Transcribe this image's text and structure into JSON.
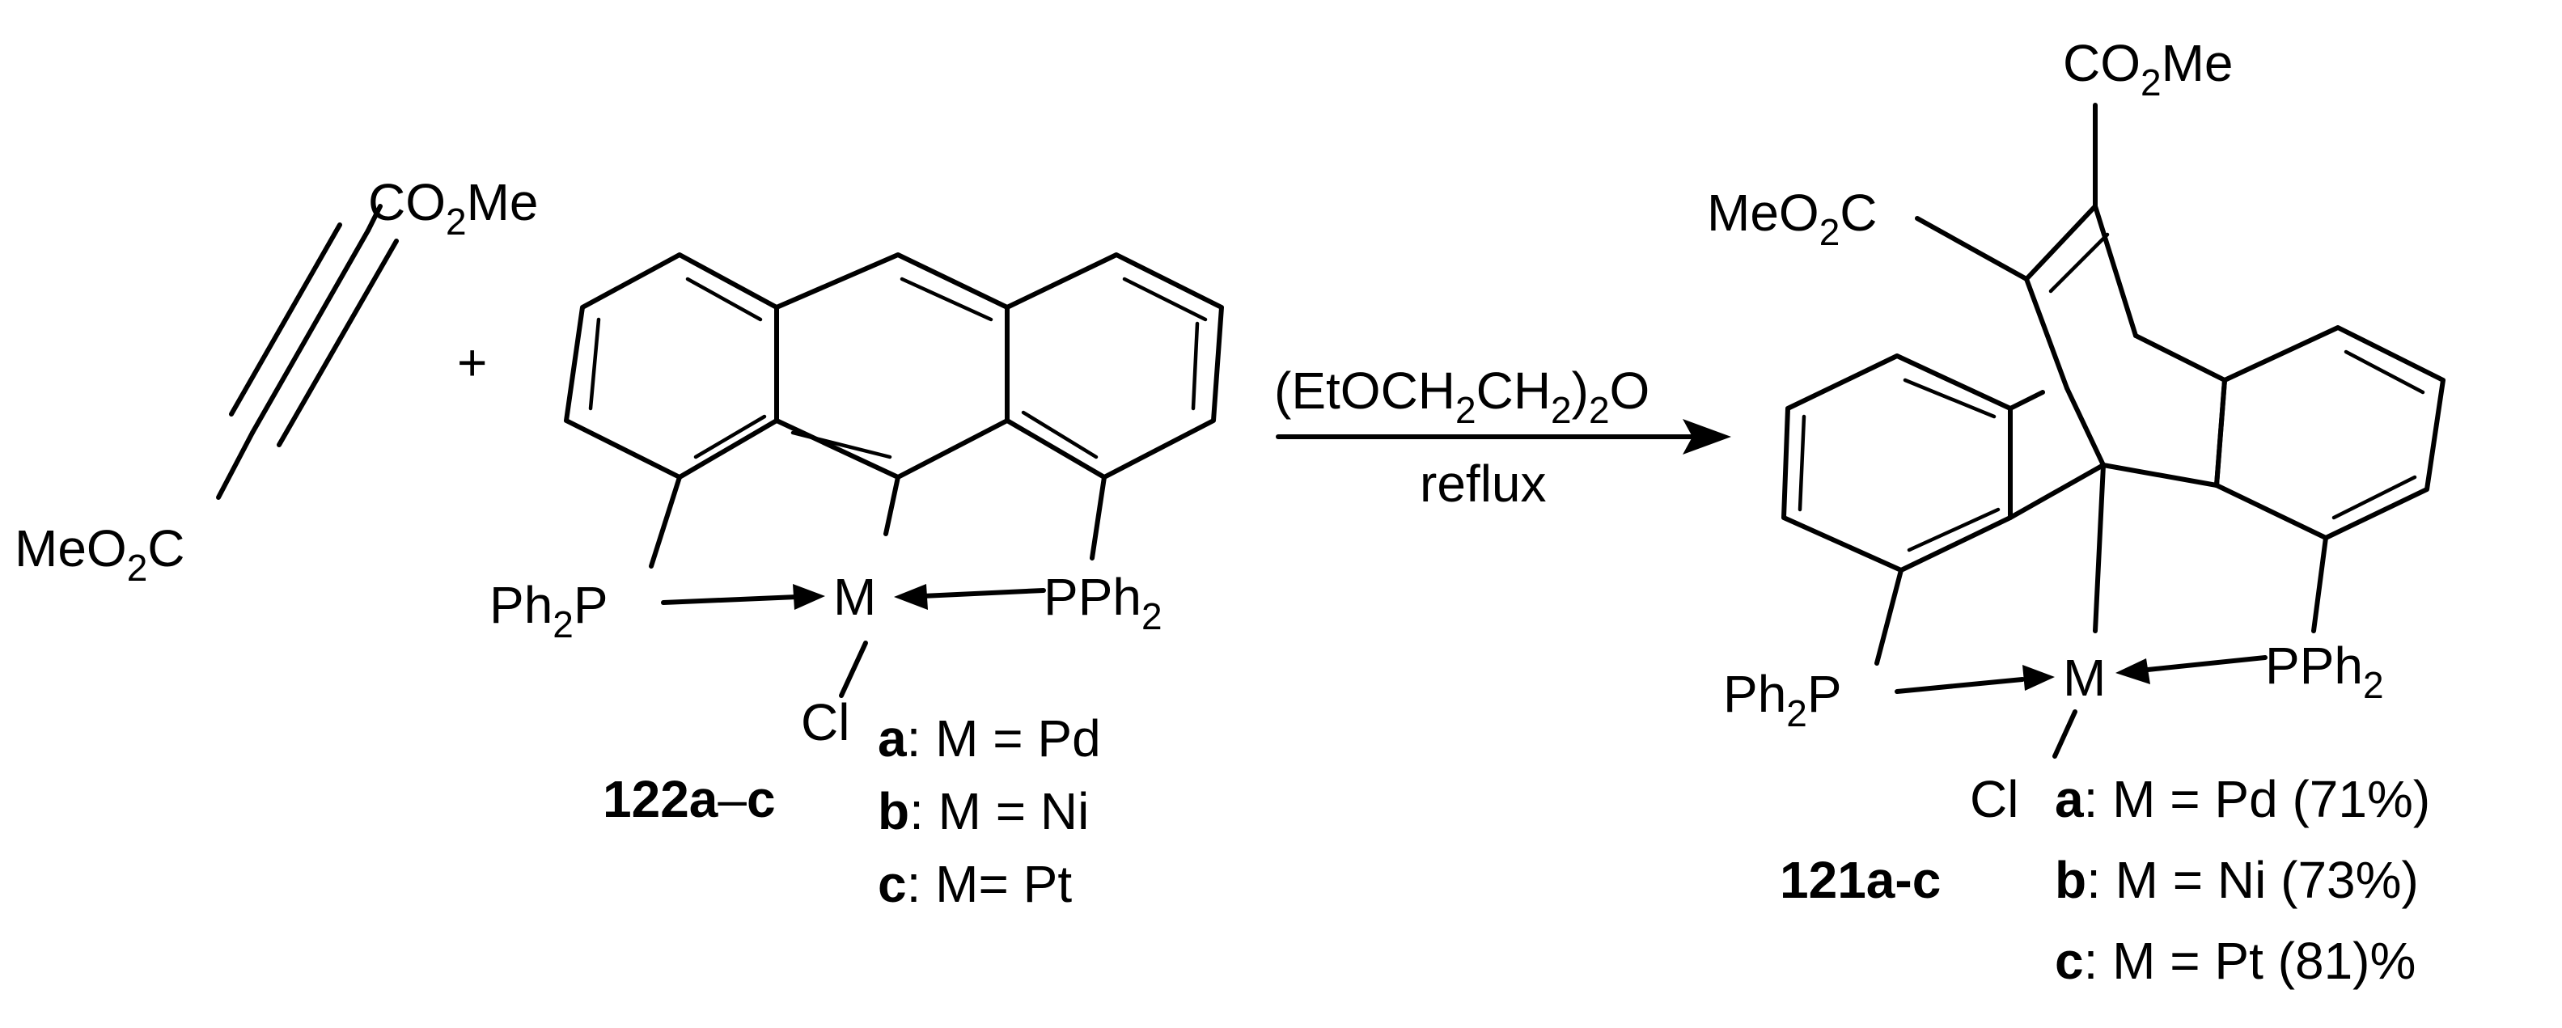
{
  "reagent_alkyne": {
    "top_group": [
      "CO",
      "2",
      "Me"
    ],
    "bottom_group": [
      "MeO",
      "2",
      "C"
    ]
  },
  "plus": "+",
  "reactant_complex": {
    "left_ligand": [
      "Ph",
      "2",
      "P"
    ],
    "metal": "M",
    "right_ligand": [
      "PPh",
      "2"
    ],
    "halide": "Cl",
    "compound_id": [
      "122a",
      "–",
      "c"
    ],
    "variants": [
      {
        "letter": "a",
        "text": ": M = Pd"
      },
      {
        "letter": "b",
        "text": ": M = Ni"
      },
      {
        "letter": "c",
        "text": ": M= Pt"
      }
    ]
  },
  "conditions": {
    "solvent": [
      "(EtOCH",
      "2",
      "CH",
      "2",
      ")",
      "2",
      "O"
    ],
    "condition": "reflux"
  },
  "product_complex": {
    "top_group": [
      "CO",
      "2",
      "Me"
    ],
    "left_group": [
      "MeO",
      "2",
      "C"
    ],
    "left_ligand": [
      "Ph",
      "2",
      "P"
    ],
    "metal": "M",
    "right_ligand": [
      "PPh",
      "2"
    ],
    "halide": "Cl",
    "compound_id": "121a-c",
    "variants": [
      {
        "letter": "a",
        "text": ": M = Pd (71%)"
      },
      {
        "letter": "b",
        "text": ": M = Ni (73%)"
      },
      {
        "letter": "c",
        "text": ": M = Pt (81)%"
      }
    ]
  }
}
